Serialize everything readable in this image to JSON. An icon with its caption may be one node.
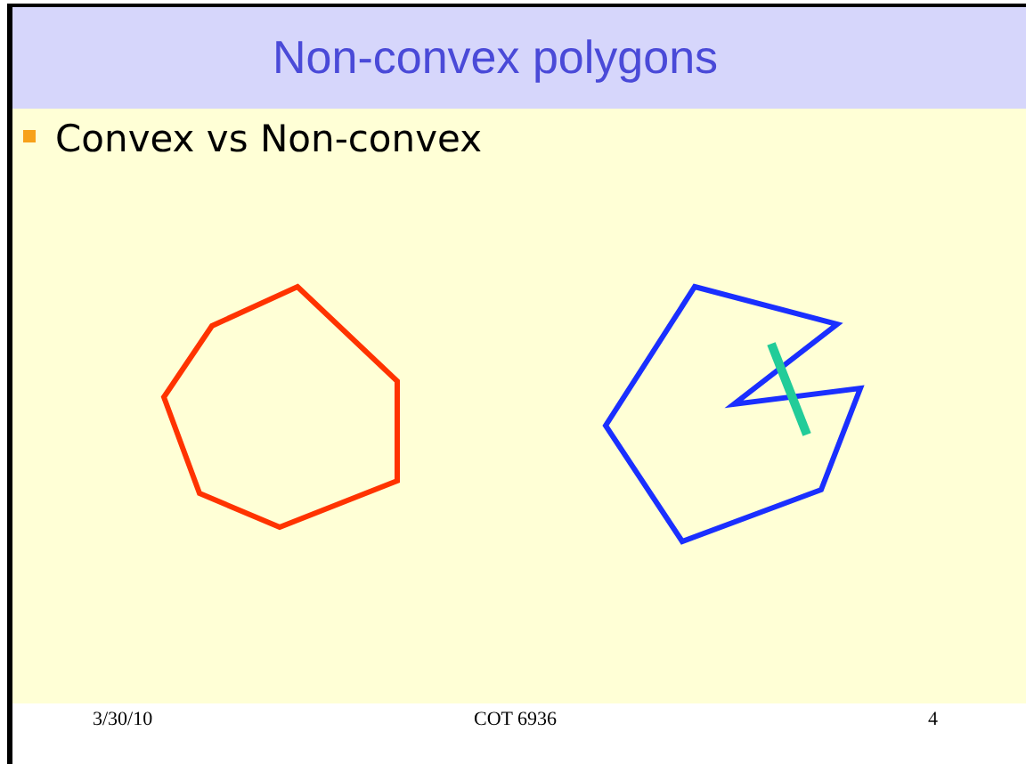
{
  "diagram": {
    "title": "Non-convex polygons",
    "labels": [
      "Convex vs Non-convex",
      "3/30/10",
      "COT 6936",
      "4"
    ]
  }
}
